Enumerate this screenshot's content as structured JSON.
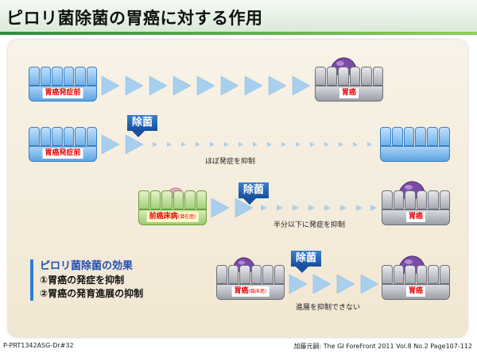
{
  "title": "ピロリ菌除菌の胃癌に対する作用",
  "rows": [
    {
      "start_label": "胃癌発症前",
      "end_label": "胃癌"
    },
    {
      "start_label": "胃癌発症前",
      "eradication": "除菌",
      "note": "ほぼ発症を抑制"
    },
    {
      "start_label": "前癌床病",
      "start_sub": "(潜在癌)",
      "eradication": "除菌",
      "note": "半分以下に発症を抑制",
      "end_label": "胃癌"
    },
    {
      "start_label": "胃癌",
      "start_sub": "(臨床癌)",
      "eradication": "除菌",
      "note": "進展を抑制できない",
      "end_label": "胃癌"
    }
  ],
  "effect": {
    "heading": "ピロリ菌除菌の効果",
    "items": [
      "①胃癌の発症を抑制",
      "②胃癌の発育進展の抑制"
    ]
  },
  "footer": {
    "left": "P-PRT1342ASG-Dr#32",
    "right": "加藤元嗣: The GI ForeFront 2011 Vol.8 No.2 Page107-112"
  },
  "colors": {
    "normal_mucosa": "#6fb2ea",
    "cancer_mucosa": "#a7a9b3",
    "precancer_mucosa": "#a3d17a",
    "tumor": "#7b4ba6",
    "arrow": "#a8cfee",
    "accent_green": "#2e8b3e",
    "eradication_flag": "#1f5fb0"
  }
}
